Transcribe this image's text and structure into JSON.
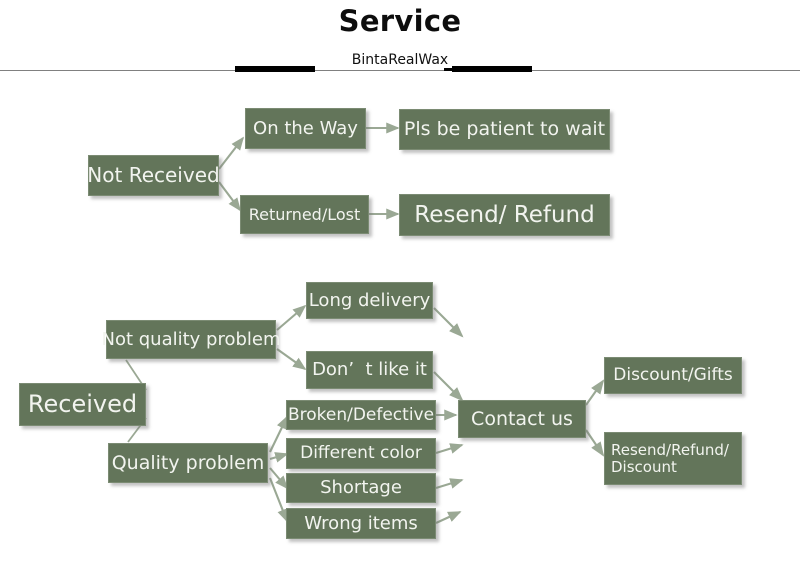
{
  "header": {
    "title": "Service",
    "brand": "BintaRealWax"
  },
  "theme": {
    "box_fill": "#63755a",
    "box_text": "#f2f4ef",
    "connector": "#9aa894",
    "background": "#ffffff",
    "rule_gray": "#808080",
    "rule_black": "#000000"
  },
  "flow": {
    "not_received_branch": {
      "root": "Not Received",
      "steps": [
        {
          "cause": "On the Way",
          "action": "Pls be patient to wait"
        },
        {
          "cause": "Returned/Lost",
          "action": "Resend/ Refund"
        }
      ]
    },
    "received_branch": {
      "root": "Received",
      "groups": [
        {
          "label": "Not quality problem",
          "reasons": [
            "Long delivery",
            "Don’  t like it"
          ]
        },
        {
          "label": "Quality problem",
          "reasons": [
            "Broken/Defective",
            "Different color",
            "Shortage",
            "Wrong items"
          ]
        }
      ],
      "hub": "Contact us",
      "outcomes": [
        "Discount/Gifts",
        "Resend/Refund/\nDiscount"
      ]
    }
  }
}
